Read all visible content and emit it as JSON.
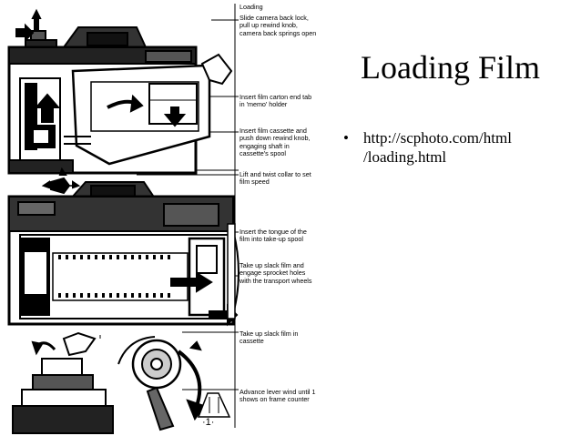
{
  "slide": {
    "title": "Loading Film",
    "bullet": {
      "marker": "•",
      "line1": "http://scphoto.com/html",
      "line2": "/loading.html"
    }
  },
  "diagram": {
    "heading": "Loading",
    "annotations": [
      [
        "Slide camera back lock,",
        "pull up rewind knob,",
        "camera back springs open"
      ],
      [
        "Insert film carton end tab",
        "in 'memo' holder"
      ],
      [
        "Insert film cassette and",
        "push down rewind knob,",
        "engaging shaft in",
        "cassette's spool"
      ],
      [
        "Lift and twist collar to set",
        "film speed"
      ],
      [
        "Insert the tongue of the",
        "film into take-up spool"
      ],
      [
        "Take up slack film and",
        "engage sprocket holes",
        "with the transport wheels"
      ],
      [
        "Take up slack film in",
        "cassette"
      ],
      [
        "Advance lever wind until 1",
        "shows on frame counter"
      ]
    ],
    "frame_counter_label": "·1·"
  }
}
